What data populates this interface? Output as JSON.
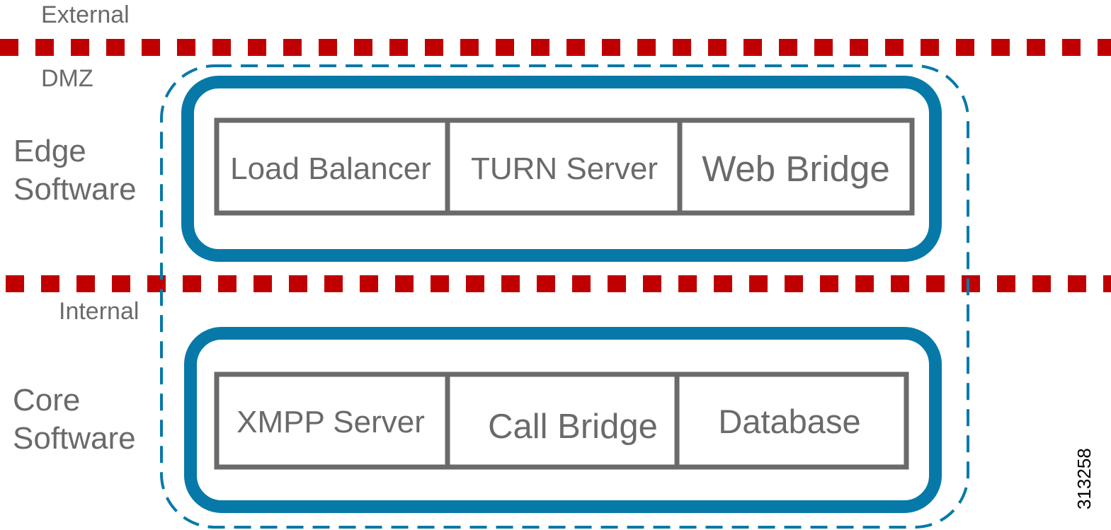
{
  "zones": {
    "external": "External",
    "dmz": "DMZ",
    "internal": "Internal"
  },
  "groups": {
    "edge": {
      "line1": "Edge",
      "line2": "Software",
      "components": [
        "Load Balancer",
        "TURN Server",
        "Web Bridge"
      ]
    },
    "core": {
      "line1": "Core",
      "line2": "Software",
      "components": [
        "XMPP Server",
        "Call Bridge",
        "Database"
      ]
    }
  },
  "figure_id": "313258",
  "colors": {
    "boundary_red": "#c00000",
    "group_blue": "#0779a8",
    "box_gray": "#6a6a6a",
    "text_gray": "#6a6a6a"
  }
}
